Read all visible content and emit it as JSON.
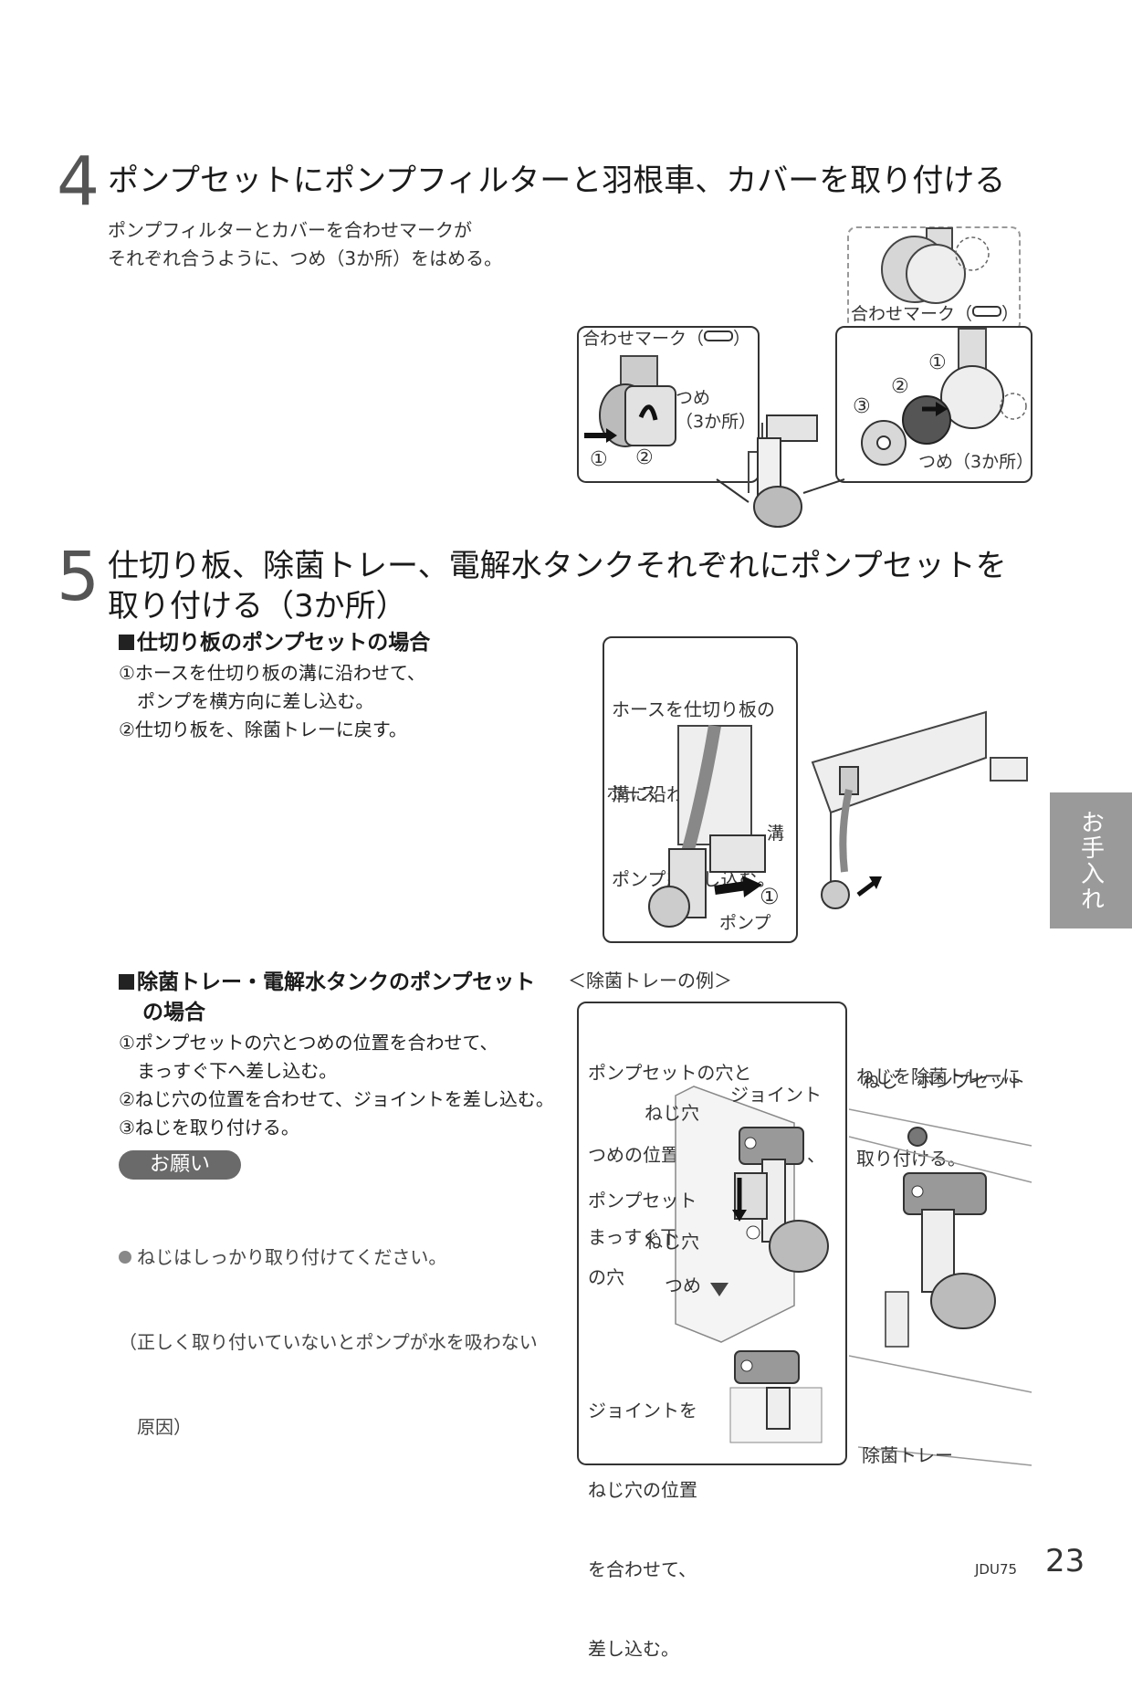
{
  "step4": {
    "number": "4",
    "title": "ポンプセットにポンプフィルターと羽根車、カバーを取り付ける",
    "desc_line1": "ポンプフィルターとカバーを合わせマークが",
    "desc_line2": "それぞれ合うように、つめ（3か所）をはめる。",
    "labels": {
      "mark_top": "合わせマーク（",
      "mark_left": "合わせマーク（",
      "close_paren": "）",
      "tsume": "つめ",
      "tsume3": "（3か所）",
      "tsume_right": "つめ（3か所）",
      "c1": "①",
      "c2": "②",
      "c3": "③"
    }
  },
  "step5": {
    "number": "5",
    "title_line1": "仕切り板、除菌トレー、電解水タンクそれぞれにポンプセットを",
    "title_line2": "取り付ける（3か所）",
    "sub1": {
      "heading": "仕切り板のポンプセットの場合",
      "steps": [
        "①ホースを仕切り板の溝に沿わせて、",
        "　ポンプを横方向に差し込む。",
        "②仕切り板を、除菌トレーに戻す。"
      ],
      "callout": [
        "ホースを仕切り板の",
        "溝に沿わせて、",
        "ポンプを差し込む。"
      ],
      "label_hose": "ホース",
      "label_groove": "溝",
      "label_pump": "ポンプ",
      "label_c1": "①"
    },
    "sub2": {
      "heading_line1": "除菌トレー・電解水タンクのポンプセット",
      "heading_line2": "の場合",
      "steps": [
        "①ポンプセットの穴とつめの位置を合わせて、",
        "　まっすぐ下へ差し込む。",
        "②ねじ穴の位置を合わせて、ジョイントを差し込む。",
        "③ねじを取り付ける。"
      ],
      "example_caption": "＜除菌トレーの例＞",
      "callout": [
        "ポンプセットの穴と",
        "つめの位置を合わせながら、",
        "まっすぐ下へ差し込む。"
      ],
      "label_joint": "ジョイント",
      "label_screwhole1": "ねじ穴",
      "label_pumphole": [
        "ポンプセット",
        "の穴"
      ],
      "label_screwhole2": "ねじ穴",
      "label_tsume": "つめ",
      "callout_bottom": [
        "ジョイントを",
        "ねじ穴の位置",
        "を合わせて、",
        "差し込む。"
      ],
      "right_caption": [
        "ねじを除菌トレーに",
        "取り付ける。"
      ],
      "label_screw": "ねじ",
      "label_pumpset": "ポンプセット",
      "label_tray": "除菌トレー"
    },
    "request": {
      "badge": "お願い",
      "lines": [
        "ねじはしっかり取り付けてください。",
        "（正しく取り付いていないとポンプが水を吸わない",
        "　原因）"
      ]
    }
  },
  "side_tab": "お手入れ",
  "footer": {
    "model": "JDU75",
    "page": "23"
  }
}
